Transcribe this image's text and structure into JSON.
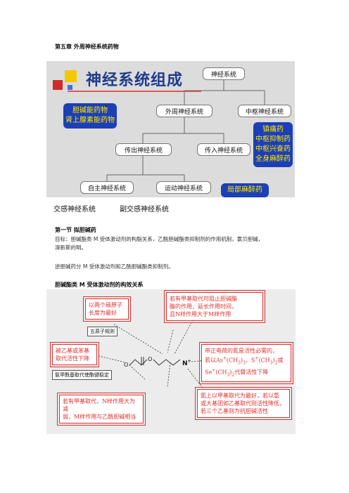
{
  "chapter": {
    "title": "第五章 外周神经系统药物"
  },
  "fig1": {
    "title": "神经系统组成",
    "nodes": {
      "root": "神经系统",
      "peripheral": "外周神经系统",
      "central": "中枢神经系统",
      "efferent": "传出神经系统",
      "afferent": "传入神经系统",
      "autonomic": "自主神经系统",
      "motor": "运动神经系统"
    },
    "boxes": {
      "peripheral_drugs": [
        "胆碱能药物",
        "肾上腺素能药物"
      ],
      "central_drugs": [
        "镇痛药",
        "中枢抑制药",
        "中枢兴奋药",
        "全身麻醉药"
      ],
      "local": "局部麻醉药"
    },
    "leaves": {
      "sympathetic": "交感神经系统",
      "parasympathetic": "副交感神经系统"
    },
    "colors": {
      "title": "#1f3b8a",
      "box_bg": "#1d3fb5",
      "box_text": "#ffe800"
    }
  },
  "section": {
    "title": "第一节  拟胆碱药",
    "para1_line1": "目标：胆碱酯类 M 受体激动剂的构脂关系，乙酰胆碱酯类抑制剂的作用机制，氯贝胆碱，",
    "para1_line2": "溴新斯的明。",
    "para2": "逆胆碱药分 M 受体激动剂和乙酰胆碱酯类抑制剂。",
    "subhead": "胆碱酯类 M 受体激动剂的构效关系"
  },
  "fig2": {
    "box_top_left": [
      "以两个碳原子",
      "长度为最好"
    ],
    "tag_five": "五原子规则",
    "box_top_right": [
      "若有甲基取代可阻止胆碱酯",
      "酶的作用，延长作用时间，",
      "且N样作用大于M样作用"
    ],
    "box_mid_left": [
      "被乙基或苯基",
      "取代活性下降"
    ],
    "tag_amino": "氨甲酰基取代使酯键稳定",
    "box_mid_right_l1": "带正电荷的氮是活性必需的，",
    "box_mid_right_l2": "若以As",
    "box_mid_right_l2b": "(CH",
    "box_mid_right_l2c": ")",
    "box_mid_right_l2d": "、S",
    "box_mid_right_l2e": "(CH",
    "box_mid_right_l2f": ")",
    "box_mid_right_l2g": "或",
    "box_mid_right_l3a": "Se",
    "box_mid_right_l3b": "(CH",
    "box_mid_right_l3c": ")",
    "box_mid_right_l3d": "代替活性下降",
    "sup_plus": "+",
    "sub_3": "3",
    "sub_2": "2",
    "box_bot_left": [
      "若有甲基取代，N样作用大为减",
      "弱，M样作用与乙酰胆碱相当"
    ],
    "box_bot_right": [
      "氮上以甲基取代为最好，若以氢",
      "或大基团如乙基取代则活性降低，",
      "若三个乙基则为抗胆碱活性"
    ],
    "mol": {
      "o1": "O",
      "o2": "O",
      "n": "N",
      "plus": "+"
    }
  }
}
